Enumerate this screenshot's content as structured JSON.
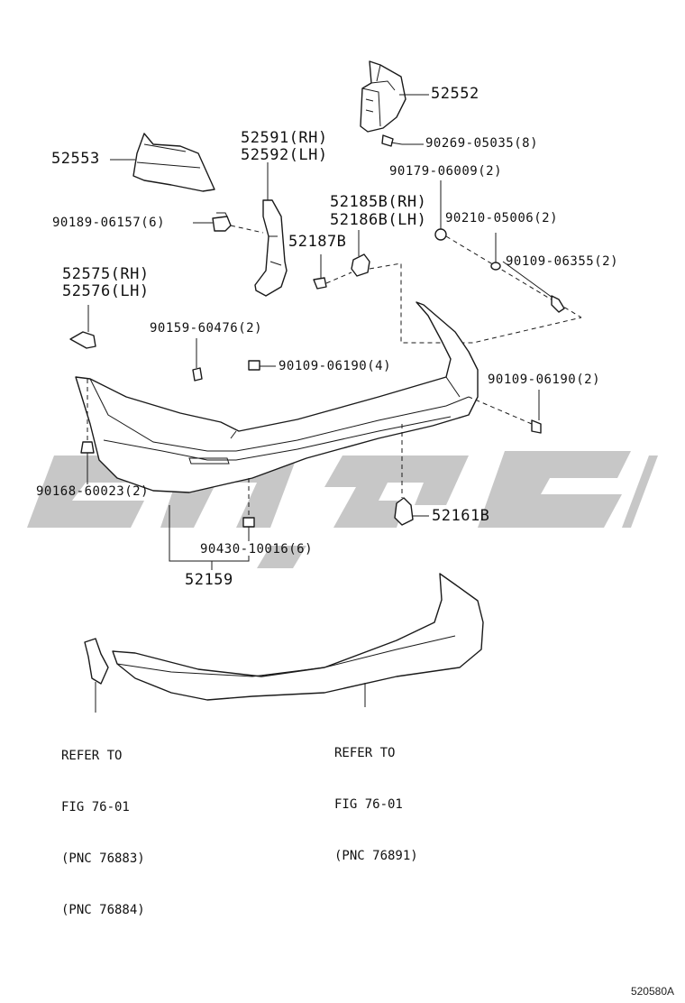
{
  "parts": [
    {
      "id": "p52552",
      "text": "52552",
      "size": "big"
    },
    {
      "id": "p52553",
      "text": "52553",
      "size": "big"
    },
    {
      "id": "p52591",
      "text": "52591(RH)",
      "size": "big"
    },
    {
      "id": "p52592",
      "text": "52592(LH)",
      "size": "big"
    },
    {
      "id": "p90269",
      "text": "90269-05035(8)",
      "size": "mid"
    },
    {
      "id": "p90179",
      "text": "90179-06009(2)",
      "size": "mid"
    },
    {
      "id": "p52185",
      "text": "52185B(RH)",
      "size": "big"
    },
    {
      "id": "p52186",
      "text": "52186B(LH)",
      "size": "big"
    },
    {
      "id": "p90189",
      "text": "90189-06157(6)",
      "size": "mid"
    },
    {
      "id": "p90210",
      "text": "90210-05006(2)",
      "size": "mid"
    },
    {
      "id": "p52187",
      "text": "52187B",
      "size": "big"
    },
    {
      "id": "p90109a",
      "text": "90109-06355(2)",
      "size": "mid"
    },
    {
      "id": "p52575",
      "text": "52575(RH)",
      "size": "big"
    },
    {
      "id": "p52576",
      "text": "52576(LH)",
      "size": "big"
    },
    {
      "id": "p90159",
      "text": "90159-60476(2)",
      "size": "mid"
    },
    {
      "id": "p90109b",
      "text": "90109-06190(4)",
      "size": "mid"
    },
    {
      "id": "p90109c",
      "text": "90109-06190(2)",
      "size": "mid"
    },
    {
      "id": "p90168",
      "text": "90168-60023(2)",
      "size": "mid"
    },
    {
      "id": "p52161",
      "text": "52161B",
      "size": "big"
    },
    {
      "id": "p90430",
      "text": "90430-10016(6)",
      "size": "mid"
    },
    {
      "id": "p52159",
      "text": "52159",
      "size": "big"
    }
  ],
  "references": [
    {
      "id": "refL",
      "lines": [
        "REFER TO",
        "FIG 76-01",
        "(PNC 76883)",
        "(PNC 76884)"
      ]
    },
    {
      "id": "refR",
      "lines": [
        "REFER TO",
        "FIG 76-01",
        "(PNC 76891)"
      ]
    }
  ],
  "figure_number": "520580A"
}
